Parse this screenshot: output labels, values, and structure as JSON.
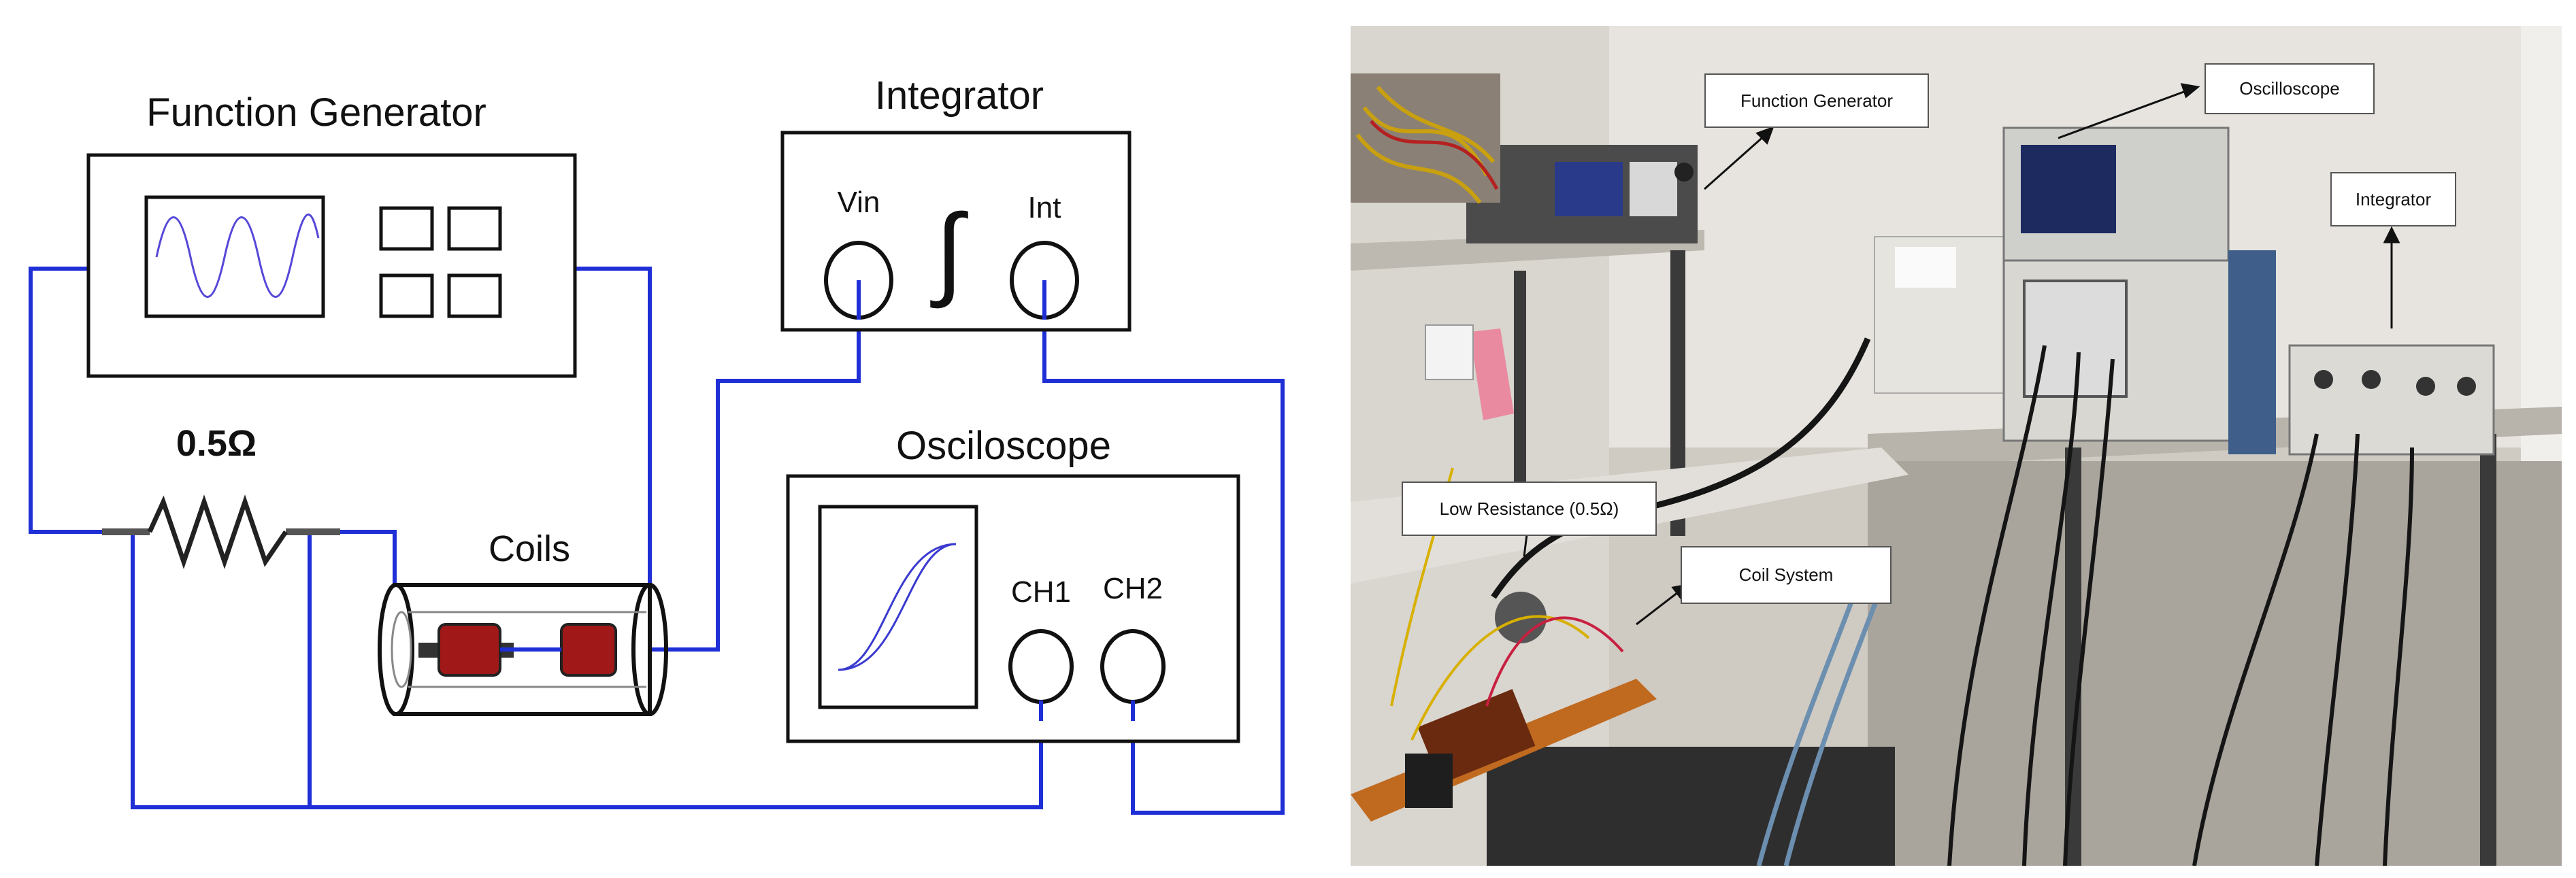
{
  "schematic": {
    "function_generator_title": "Function Generator",
    "integrator_title": "Integrator",
    "integrator_vin": "Vin",
    "integrator_int": "Int",
    "integrator_symbol": "∫",
    "resistor_value": "0.5Ω",
    "coils_label": "Coils",
    "oscilloscope_title": "Osciloscope",
    "ch1_label": "CH1",
    "ch2_label": "CH2",
    "wire_color": "#1f2fd6",
    "coil_color": "#a01818"
  },
  "photo": {
    "labels": {
      "function_generator": "Function Generator",
      "oscilloscope": "Oscilloscope",
      "integrator": "Integrator",
      "low_resistance": "Low Resistance (0.5Ω)",
      "coil_system": "Coil System"
    }
  }
}
